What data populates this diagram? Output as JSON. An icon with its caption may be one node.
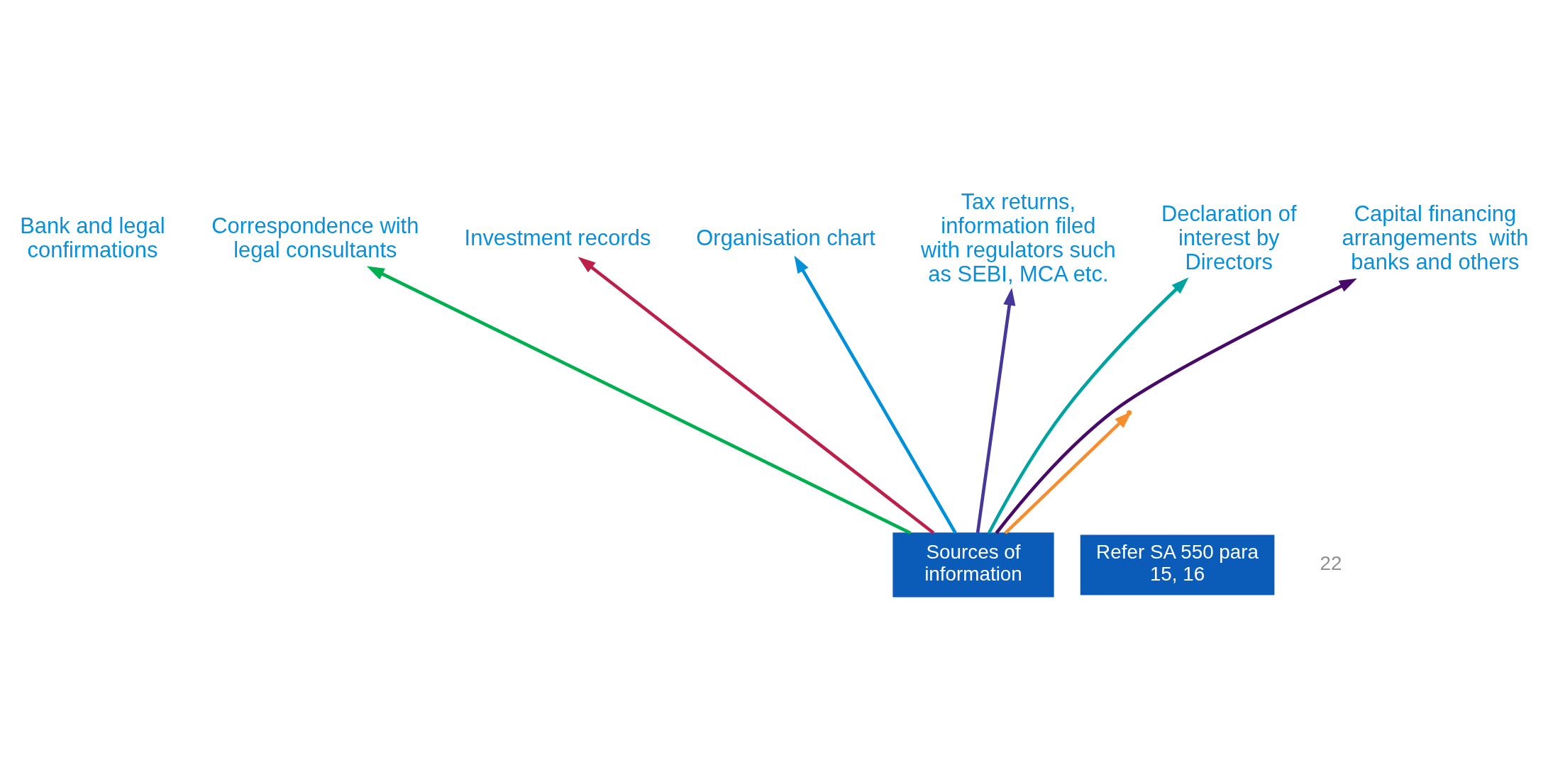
{
  "diagram": {
    "nodes": [
      {
        "text": [
          "Sources of information"
        ]
      },
      {
        "text": [
          "Organisation chart"
        ]
      },
      {
        "text": [
          "Investment records"
        ]
      },
      {
        "text": [
          "Bank and legal confirmations"
        ]
      },
      {
        "text": [
          "Correspondence with legal consultants"
        ]
      },
      {
        "text": [
          "Tax returns, information filed with regulators such as SEBI, MCA etc."
        ]
      },
      {
        "text": [
          "Declaration of interest by Directors"
        ]
      },
      {
        "text": [
          "Capital financing arrangements  with banks and others"
        ]
      },
      {
        "text": [
          "Refer SA 550 para 15, 16"
        ]
      }
    ],
    "edges": [
      {
        "from": 0,
        "to": 4,
        "arrow": "to",
        "color": "#00b050"
      },
      {
        "from": 0,
        "to": 2,
        "arrow": "to",
        "color": "#be1e4a"
      },
      {
        "from": 0,
        "to": 1,
        "arrow": "to",
        "color": "#0091da"
      },
      {
        "from": 0,
        "to": 5,
        "arrow": "to",
        "color": "#483698"
      },
      {
        "from": 0,
        "to": 6,
        "arrow": "to",
        "color": "#00a3a1"
      },
      {
        "from": 0,
        "to": 7,
        "arrow": "to",
        "color": "#470a68"
      },
      {
        "from": 0,
        "to": null,
        "arrow": "to",
        "color": "#f68d2e"
      }
    ],
    "labels": [
      "22"
    ]
  }
}
